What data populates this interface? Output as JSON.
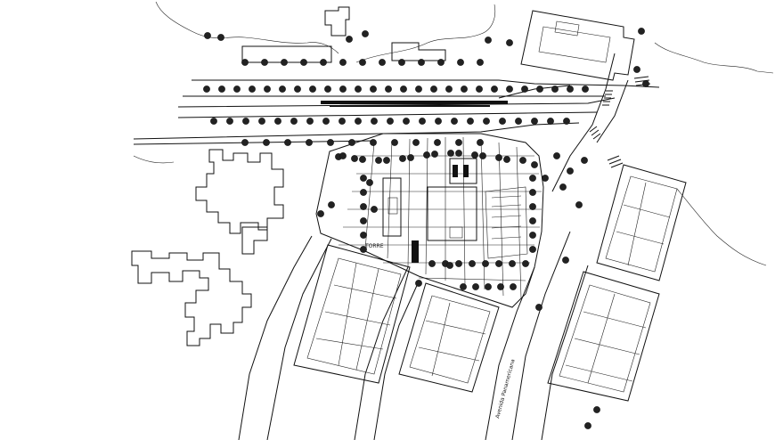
{
  "drawing": {
    "type": "site-plan",
    "background": "#ffffff",
    "line_color": "#111111"
  },
  "labels": {
    "street_vertical": "Avenida Panamericana",
    "plaza_sign": "TORRE"
  },
  "elements": {
    "trees": "tree-icon",
    "crossings": "zebra-crossing",
    "buildings": "building-outline"
  }
}
